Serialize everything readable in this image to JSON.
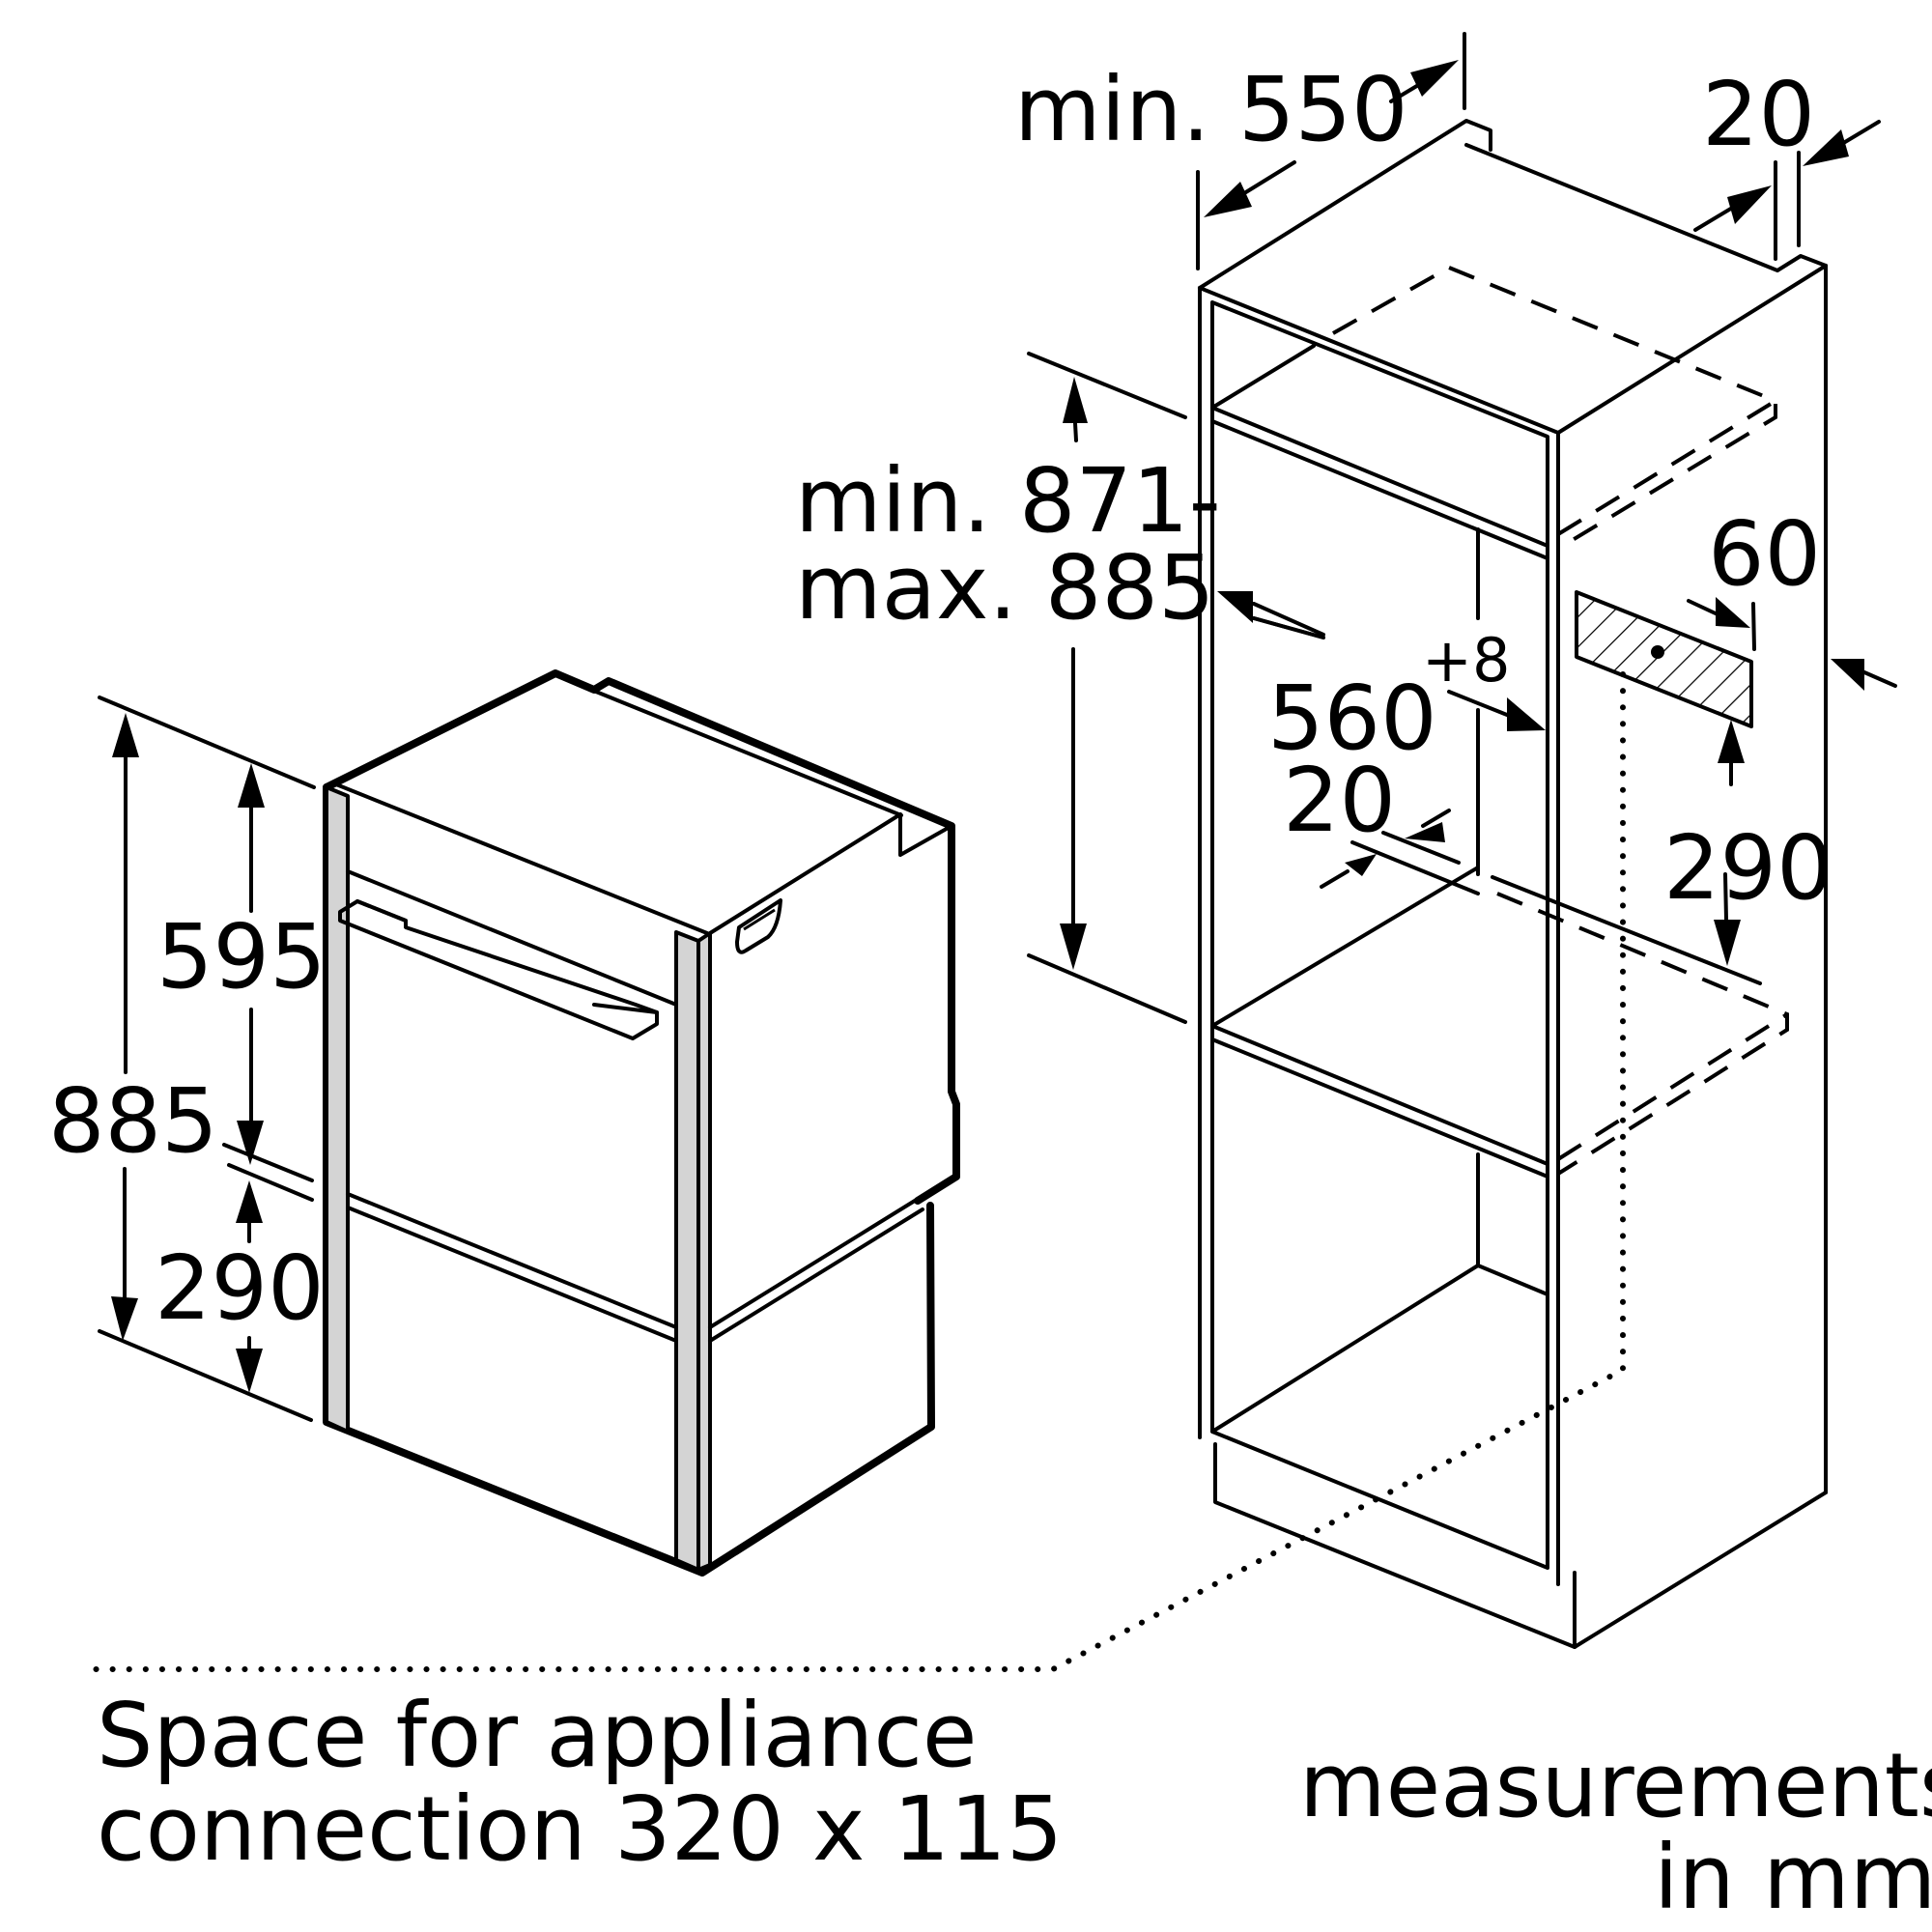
{
  "dimensions": {
    "min_550": "min. 550",
    "top_20": "20",
    "min_871": "min. 871-",
    "max_885": "max. 885",
    "d60": "60",
    "d560": "560",
    "d560_tol": "+8",
    "mid_20": "20",
    "right_290": "290",
    "left_595": "595",
    "left_885": "885",
    "left_290": "290"
  },
  "notes": {
    "space_line1": "Space for appliance",
    "space_line2": "connection 320 x 115",
    "units_line1": "measurements",
    "units_line2": "in mm"
  }
}
